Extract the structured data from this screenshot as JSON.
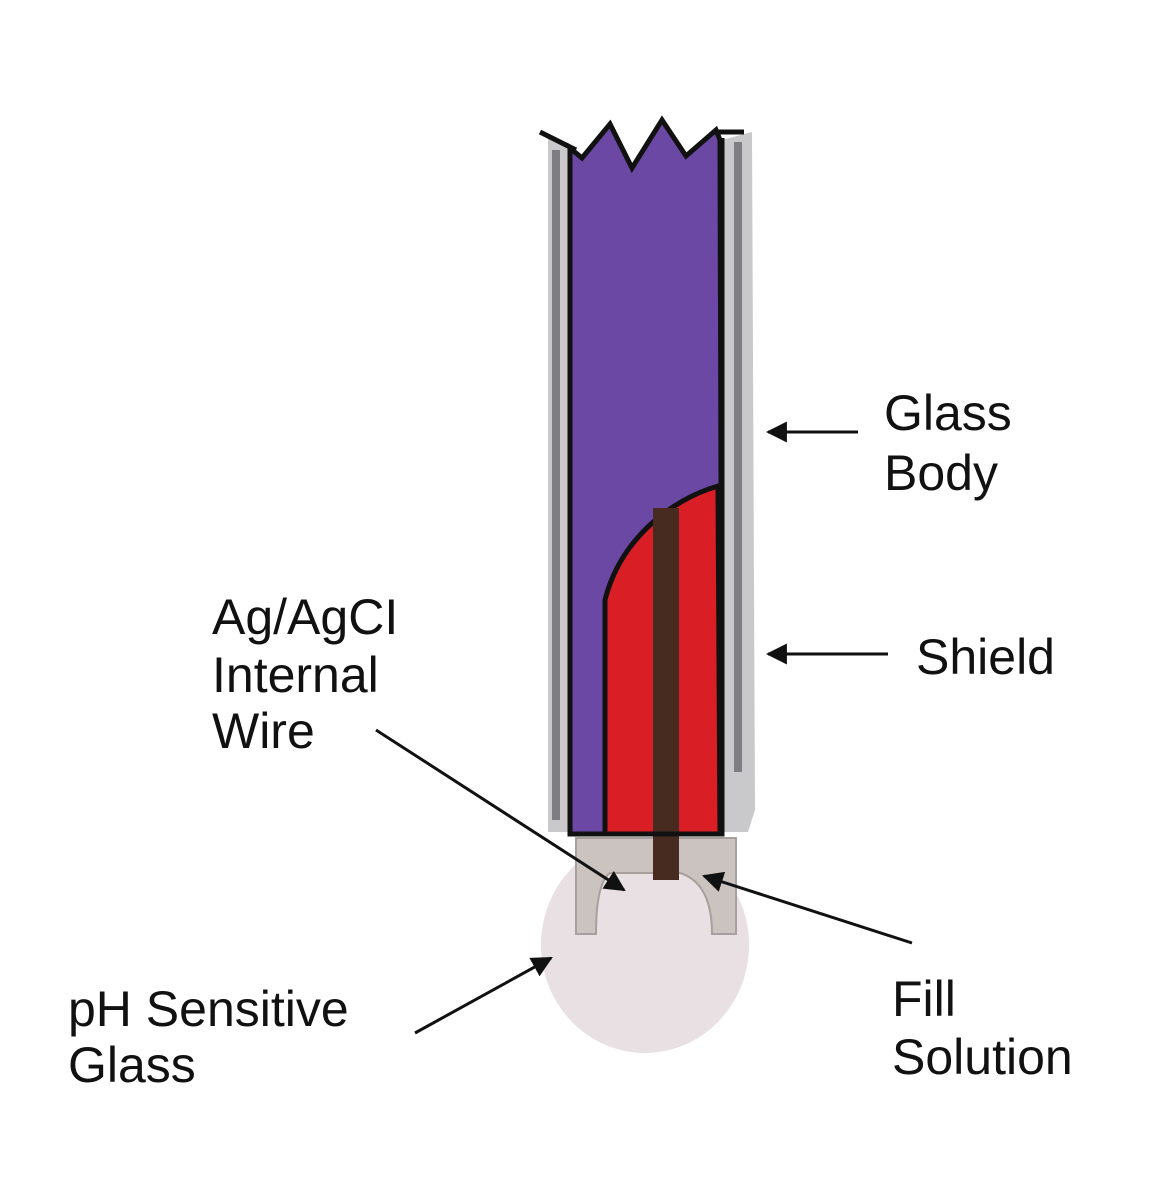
{
  "labels": {
    "glass_body": [
      "Glass",
      "Body"
    ],
    "shield": "Shield",
    "internal_wire": [
      "Ag/AgCI",
      "Internal",
      "Wire"
    ],
    "ph_glass": [
      "pH Sensitive",
      "Glass"
    ],
    "fill_solution": [
      "Fill",
      "Solution"
    ]
  },
  "colors": {
    "electrolyte": "#6a48a3",
    "fill_solution": "#d91e26",
    "wire": "#472a20",
    "glass_body": "#c9c9cb",
    "shield": "#7d7d82",
    "bulb": "#e8e0e3",
    "plug": "#cbc3c0",
    "outline": "#111111"
  }
}
